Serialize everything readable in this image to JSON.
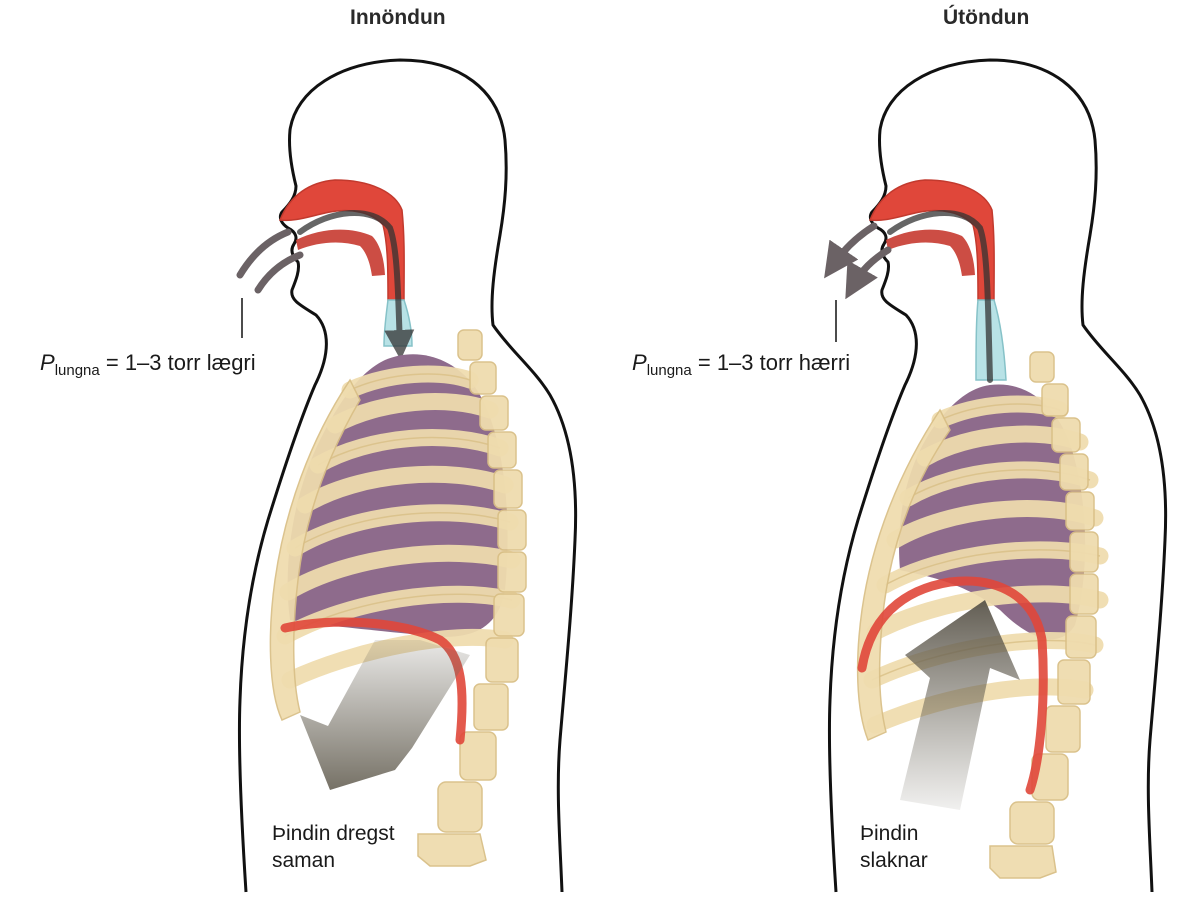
{
  "panels": [
    {
      "title": "Innöndun",
      "pressure": {
        "symbol": "P",
        "subscript": "lungna",
        "value": "= 1–3 torr lægri"
      },
      "caption_lines": [
        "Þindin dregst",
        "saman"
      ]
    },
    {
      "title": "Útöndun",
      "pressure": {
        "symbol": "P",
        "subscript": "lungna",
        "value": "= 1–3 torr hærri"
      },
      "caption_lines": [
        "Þindin",
        "slaknar"
      ]
    }
  ],
  "colors": {
    "outline": "#111111",
    "airway": "#e0473a",
    "trachea": "#b8e2e6",
    "lung": "#8e6b8c",
    "bone": "#efdcae",
    "bone_edge": "#d9bf86",
    "diaphragm": "#e0473a",
    "air_arrow": "#6b6265",
    "diaphragm_arrow": "#5a5a55"
  },
  "icons": [
    "airflow-arrow-icon",
    "diaphragm-arrow-icon"
  ]
}
